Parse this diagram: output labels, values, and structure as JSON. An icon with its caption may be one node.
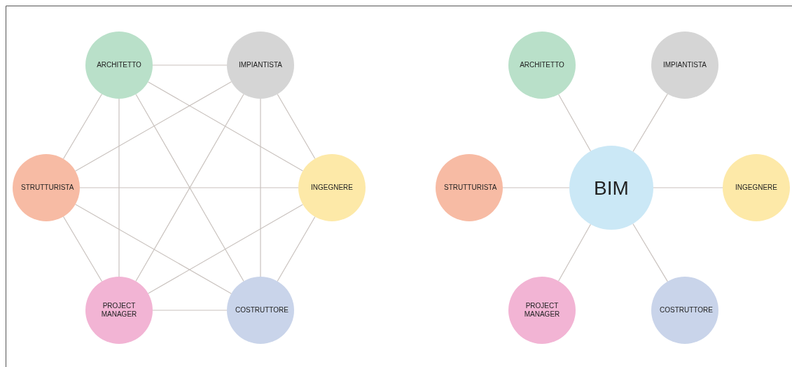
{
  "diagram": {
    "nodes": [
      {
        "text": [
          "ARCHITETTO"
        ]
      },
      {
        "text": [
          "IMPIANTISTA"
        ]
      },
      {
        "text": [
          "STRUTTURISTA"
        ]
      },
      {
        "text": [
          "INGEGNERE"
        ]
      },
      {
        "text": [
          "PROJECT MANAGER"
        ]
      },
      {
        "text": [
          "COSTRUTTORE"
        ]
      },
      {
        "text": [
          "ARCHITETTO"
        ]
      },
      {
        "text": [
          "IMPIANTISTA"
        ]
      },
      {
        "text": [
          "STRUTTURISTA"
        ]
      },
      {
        "text": [
          "BIM"
        ]
      },
      {
        "text": [
          "INGEGNERE"
        ]
      },
      {
        "text": [
          "PROJECT MANAGER"
        ]
      },
      {
        "text": [
          "COSTRUTTORE"
        ]
      }
    ],
    "edges": [
      {
        "from": 0,
        "to": 1,
        "arrow": "none"
      },
      {
        "from": 0,
        "to": 2,
        "arrow": "none"
      },
      {
        "from": 0,
        "to": 3,
        "arrow": "none"
      },
      {
        "from": 0,
        "to": 4,
        "arrow": "none"
      },
      {
        "from": 0,
        "to": 5,
        "arrow": "none"
      },
      {
        "from": 1,
        "to": 2,
        "arrow": "none"
      },
      {
        "from": 1,
        "to": 3,
        "arrow": "none"
      },
      {
        "from": 1,
        "to": 4,
        "arrow": "none"
      },
      {
        "from": 1,
        "to": 5,
        "arrow": "none"
      },
      {
        "from": 2,
        "to": 3,
        "arrow": "none"
      },
      {
        "from": 2,
        "to": 4,
        "arrow": "none"
      },
      {
        "from": 2,
        "to": 5,
        "arrow": "none"
      },
      {
        "from": 3,
        "to": 4,
        "arrow": "none"
      },
      {
        "from": 3,
        "to": 5,
        "arrow": "none"
      },
      {
        "from": 4,
        "to": 5,
        "arrow": "none"
      },
      {
        "from": 9,
        "to": 6,
        "arrow": "none"
      },
      {
        "from": 9,
        "to": 7,
        "arrow": "none"
      },
      {
        "from": 9,
        "to": 8,
        "arrow": "none"
      },
      {
        "from": 9,
        "to": 10,
        "arrow": "none"
      },
      {
        "from": 9,
        "to": 11,
        "arrow": "none"
      },
      {
        "from": 9,
        "to": 12,
        "arrow": "none"
      }
    ]
  }
}
